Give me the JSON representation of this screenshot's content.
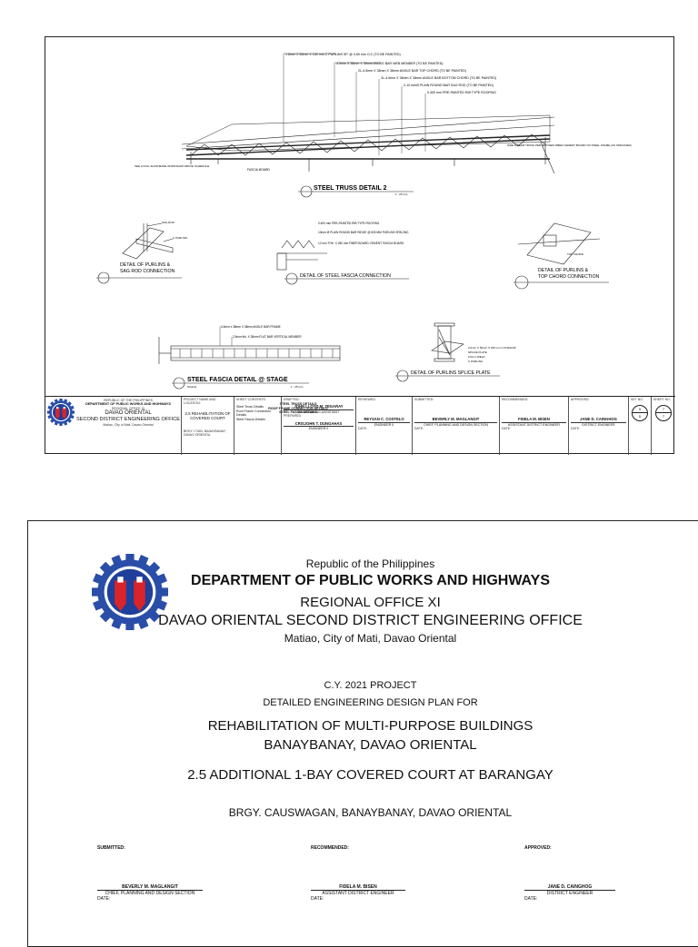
{
  "sheet1": {
    "truss_notes": [
      "1.6mm X 50mm X 150 mm C PURLINS SP. @ 0.60 mm O.C (TO BE PAINTED)",
      "4.5mm X 38mm X 38mm ANGLE BAR WEB MEMBER (TO BE PAINTED)",
      "2L-4.5mm X 38mm X 38mm ANGLE BAR TOP CHORD (TO BE PAINTED)",
      "2L-4.5mm X 38mm X 38mm ANGLE BAR BOTTOM CHORD (TO BE PAINTED)",
      "2-10 mmØ PLAIN ROUND BAR SAG ROD (TO BE PAINTED)",
      "0.400 mm PRE-PAINTED RIB TYPE ROOFING"
    ],
    "truss_side_note": "SIDE & BEAM TRUSS PER IMPOSED FIBER CEMENT BOARD ON STEEL FRAME (AS SPECIFIED)",
    "truss_left_note": "SEE LOCAL SHOP/MADE WORKSHOP ABOVE SCHEDULE",
    "fascia_board": "FASCIA BOARD",
    "steel_truss_title": "STEEL TRUSS DETAIL 2",
    "steel_truss_scale": "1 : 25 mm",
    "purlins_sag_title": "DETAIL OF PURLINS & SAG ROD CONNECTION",
    "sag_rod_label": "SAG ROD",
    "c_purlins_label": "C PURLINS",
    "fascia_notes": [
      "0.400 mm PRE-PAINTED RIB TYPE ROOFING",
      "10mm Ø PLAIN ROUND BAR RIDGE @ 600 MM PURLINS SPACING",
      "12 mm THK. X 250 mm FIBER BOARD CEMENT FASCIA BOARD"
    ],
    "fascia_conn_title": "DETAIL OF STEEL FASCIA CONNECTION",
    "purlins_top_title": "DETAIL OF PURLINS & TOP CHORD CONNECTION",
    "top_chord_label": "TOP CHORD",
    "steel_fascia_stage_title": "STEEL FASCIA DETAIL @ STAGE",
    "stage_notes": [
      "4.5mm x 38mm X 38mm ANGLE BAR FRAME",
      "2.5mm thk. X 38mm FLAT BAR VERTICAL MEMBER"
    ],
    "scale_label": "SCALE:",
    "stage_scale": "1 : 25 mm",
    "splice_title": "DETAIL OF PURLINS SPLICE PLATE",
    "splice_notes": [
      "2.0mm X 50mm X 150 mm C PURLINS",
      "SPLICE PLATE",
      "FULLY WELD",
      "C PURLINS"
    ],
    "sheet_contents": [
      "STEEL TRUSS DETAILS",
      "ROOF FRAME CONNECTION DETAILS",
      "STEEL FASCIA DETAILS"
    ],
    "titleblock": {
      "agency": [
        "REPUBLIC OF THE PHILIPPINES",
        "DEPARTMENT OF PUBLIC WORKS AND HIGHWAYS",
        "REGIONAL OFFICE XI",
        "DAVAO ORIENTAL",
        "SECOND DISTRICT ENGINEERING OFFICE",
        "Matiao, City of Mati, Davao Oriental"
      ],
      "project_header": "PROJECT NAME AND LOCATION:",
      "project": "2.5 REHABILITATION OF COVERED COURT",
      "project_loc": "BRGY. CYAN, BANAYBANAY, DAVAO ORIENTAL",
      "contents_header": "SHEET CONTENTS:",
      "contents": [
        "Steel Truss Details",
        "Roof Frame Connection Details",
        "Steel Fascia Details"
      ],
      "drafted_header": "DRAFTED:",
      "drafted_name": "JOHN LLOYD M. ZEGARAY",
      "drafted_role": "ENGINEERING ASSISTANT",
      "prepared_header": "PREPARED:",
      "prepared_name": "CRISJOHN T. DUNGAHAS",
      "prepared_role": "ENGINEER II",
      "reviewed_header": "REVIEWED:",
      "reviewed_name": "REYSAN C. COSTELO",
      "reviewed_role": "ENGINEER II",
      "submitted_header": "SUBMITTED:",
      "submitted_name": "BEVERLY M. MAGLANGIT",
      "submitted_role": "CHIEF, PLANNING AND DESIGN SECTION",
      "recommended_header": "RECOMMENDED:",
      "recommended_name": "FIDELA M. BISEN",
      "recommended_role": "ASSISTANT DISTRICT ENGINEER",
      "approved_header": "APPROVED:",
      "approved_name": "JANE D. CAINGHOG",
      "approved_role": "DISTRICT ENGINEER",
      "date_label": "DATE:",
      "set_no_header": "SET NO.",
      "set_no_top": "5",
      "set_no_bottom": "5",
      "sheet_no_header": "SHEET NO.",
      "sheet_no_top": "7",
      "sheet_no_bottom": "7"
    }
  },
  "cover": {
    "republic": "Republic of the Philippines",
    "department": "DEPARTMENT OF PUBLIC WORKS AND HIGHWAYS",
    "region": "REGIONAL OFFICE XI",
    "office": "DAVAO ORIENTAL SECOND DISTRICT ENGINEERING OFFICE",
    "address": "Matiao, City of Mati, Davao Oriental",
    "year_project": "C.Y. 2021 PROJECT",
    "plan_for": "DETAILED ENGINEERING DESIGN PLAN FOR",
    "title_line1": "REHABILITATION OF MULTI-PURPOSE BUILDINGS",
    "title_line2": "BANAYBANAY, DAVAO ORIENTAL",
    "subproject": "2.5 ADDITIONAL 1-BAY COVERED COURT AT BARANGAY",
    "location": "BRGY. CAUSWAGAN, BANAYBANAY, DAVAO ORIENTAL",
    "submitted_label": "SUBMITTED:",
    "recommended_label": "RECOMMENDED:",
    "approved_label": "APPROVED:",
    "submitted_name": "BEVERLY M. MAGLANGIT",
    "submitted_role": "CHIEF, PLANNING AND DESIGN SECTION",
    "recommended_name": "FIDELA M. BISEN",
    "recommended_role": "ASSISTANT DISTRICT ENGINEER",
    "approved_name": "JANE D. CAINGHOG",
    "approved_role": "DISTRICT ENGINEER",
    "date_label": "DATE:"
  },
  "colors": {
    "logo_blue": "#1f3f9a",
    "logo_red": "#d8242a",
    "logo_gear": "#2a4ea8"
  },
  "icons": [
    "dpwh-logo-icon",
    "section-marker-icon"
  ]
}
